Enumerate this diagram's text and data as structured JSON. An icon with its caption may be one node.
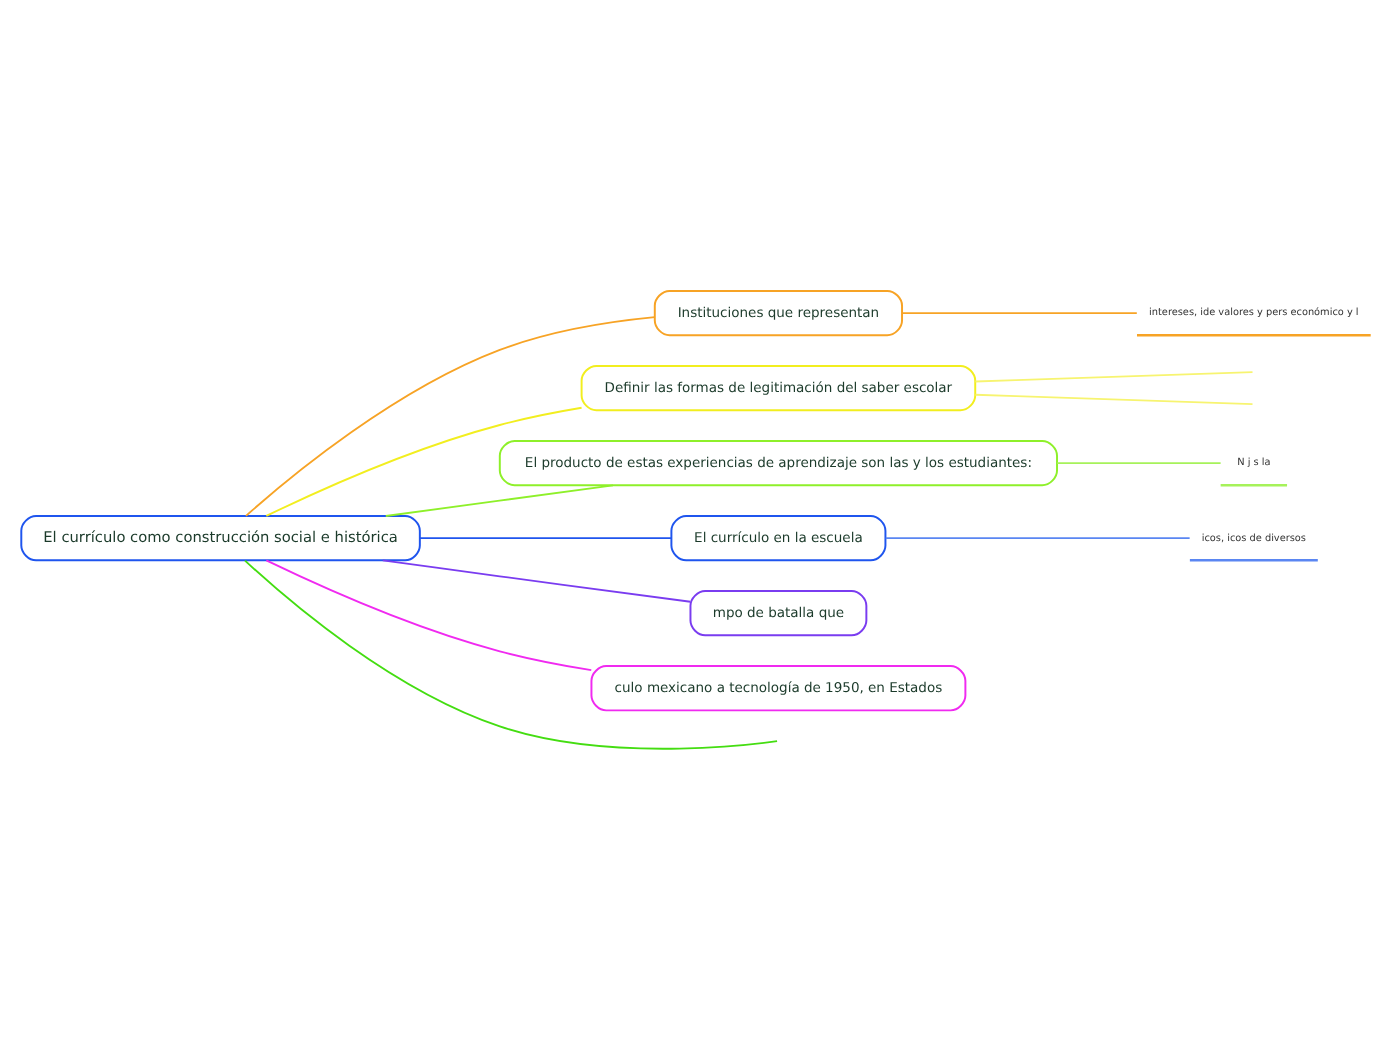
{
  "diagram": {
    "nodes": [
      {
        "text": [
          "El currículo como construcción social e histórica"
        ]
      },
      {
        "text": [
          "Instituciones que representan"
        ]
      },
      {
        "text": [
          "Definir las formas de legitimación del saber escolar"
        ]
      },
      {
        "text": [
          "El producto de estas experiencias de aprendizaje son las y los estudiantes:"
        ]
      },
      {
        "text": [
          "El currículo en la escuela"
        ]
      },
      {
        "text": [
          "mpo de batalla que"
        ]
      },
      {
        "text": [
          "culo mexicano a tecnología de 1950, en Estados"
        ]
      },
      {
        "text": [
          "intereses, ide valores y pers económico y l"
        ]
      },
      {
        "text": [
          "N j s la"
        ]
      },
      {
        "text": [
          "icos, icos de diversos"
        ]
      }
    ],
    "edges": [
      {
        "from": 0,
        "to": 1,
        "arrow": "none",
        "color": "#f7a325"
      },
      {
        "from": 0,
        "to": 2,
        "arrow": "none",
        "color": "#f2ee1f"
      },
      {
        "from": 0,
        "to": 3,
        "arrow": "none",
        "color": "#8ef02a"
      },
      {
        "from": 0,
        "to": null,
        "arrow": "none",
        "color": "#44dd11"
      },
      {
        "from": 0,
        "to": 4,
        "arrow": "none",
        "color": "#1f55ee"
      },
      {
        "from": 0,
        "to": 5,
        "arrow": "none",
        "color": "#7a3cf0"
      },
      {
        "from": 0,
        "to": 6,
        "arrow": "none",
        "color": "#f02af0"
      },
      {
        "from": 1,
        "to": 7,
        "arrow": "none",
        "color": "#f7a325"
      },
      {
        "from": 2,
        "to": null,
        "arrow": "none",
        "color": "#f7f470"
      },
      {
        "from": 2,
        "to": null,
        "arrow": "none",
        "color": "#f7f470"
      },
      {
        "from": 3,
        "to": 8,
        "arrow": "none",
        "color": "#a6f25a"
      },
      {
        "from": 4,
        "to": 9,
        "arrow": "none",
        "color": "#5a86f2"
      }
    ]
  }
}
